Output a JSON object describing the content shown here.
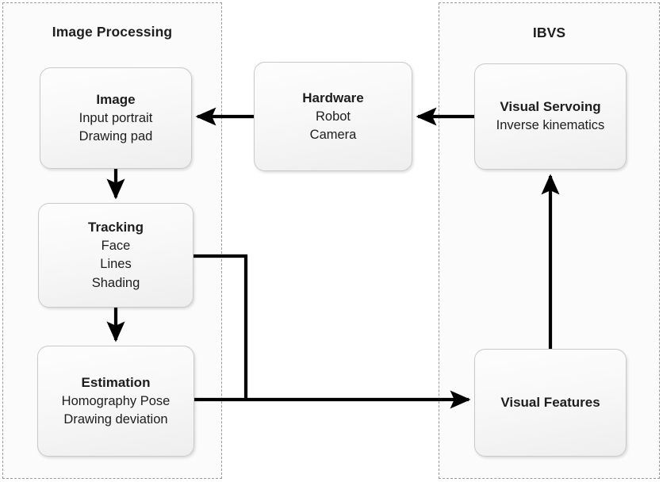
{
  "diagram": {
    "title_alt": "Robot portrait drawing system block diagram",
    "groups": [
      {
        "key": "image_processing",
        "label": "Image Processing"
      },
      {
        "key": "ibvs",
        "label": "IBVS"
      }
    ],
    "nodes": {
      "image": {
        "title": "Image",
        "lines": [
          "Input portrait",
          "Drawing pad"
        ]
      },
      "tracking": {
        "title": "Tracking",
        "lines": [
          "Face",
          "Lines",
          "Shading"
        ]
      },
      "estimation": {
        "title": "Estimation",
        "lines": [
          "Homography Pose",
          "Drawing deviation"
        ]
      },
      "hardware": {
        "title": "Hardware",
        "lines": [
          "Robot",
          "Camera"
        ]
      },
      "visual_servoing": {
        "title": "Visual Servoing",
        "lines": [
          "Inverse kinematics"
        ]
      },
      "visual_features": {
        "title": "Visual Features",
        "lines": []
      }
    },
    "edges": [
      {
        "name": "visual-servoing-to-hardware",
        "from": "visual_servoing",
        "to": "hardware",
        "direction": "left"
      },
      {
        "name": "hardware-to-image",
        "from": "hardware",
        "to": "image",
        "direction": "left"
      },
      {
        "name": "image-to-tracking",
        "from": "image",
        "to": "tracking",
        "direction": "down"
      },
      {
        "name": "tracking-to-estimation",
        "from": "tracking",
        "to": "estimation",
        "direction": "down"
      },
      {
        "name": "tracking-to-visual-features",
        "from": "tracking",
        "to": "visual_features",
        "direction": "right"
      },
      {
        "name": "estimation-to-visual-features",
        "from": "estimation",
        "to": "visual_features",
        "direction": "right"
      },
      {
        "name": "visual-features-to-visual-servoing",
        "from": "visual_features",
        "to": "visual_servoing",
        "direction": "up"
      }
    ],
    "colors": {
      "page_background": "#ffffff",
      "group_border": "#9a9a9a",
      "group_fill": "#fbfbfb",
      "node_border": "#c9c9c9",
      "node_fill": "#f6f6f6",
      "text": "#1d1d1d",
      "connector": "#000000"
    }
  }
}
